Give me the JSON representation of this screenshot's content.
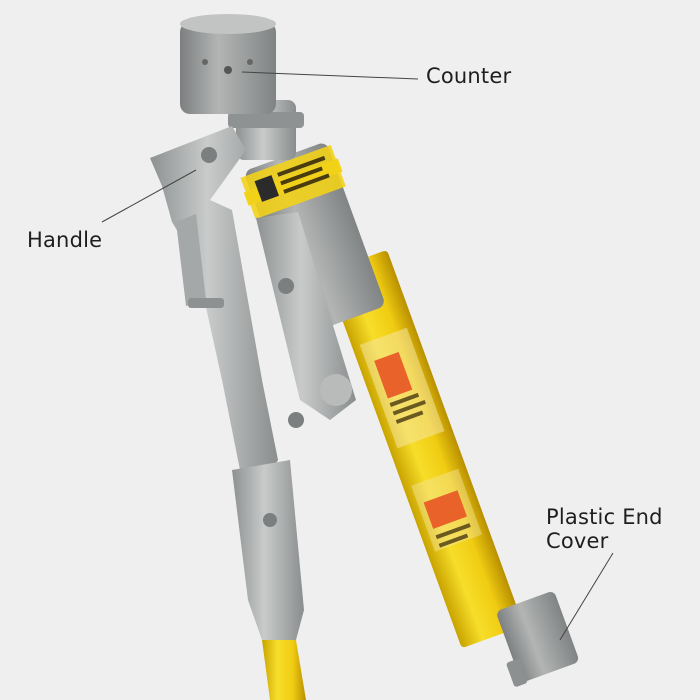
{
  "labels": {
    "counter": "Counter",
    "handle": "Handle",
    "end_cover_line1": "Plastic End",
    "end_cover_line2": "Cover"
  },
  "colors": {
    "background": "#efefef",
    "fiberglass_yellow": "#f2d21a",
    "gray_plastic": "#9ea0a0",
    "cast_metal": "#b4b6b6",
    "warning_label": "#e8622a"
  }
}
